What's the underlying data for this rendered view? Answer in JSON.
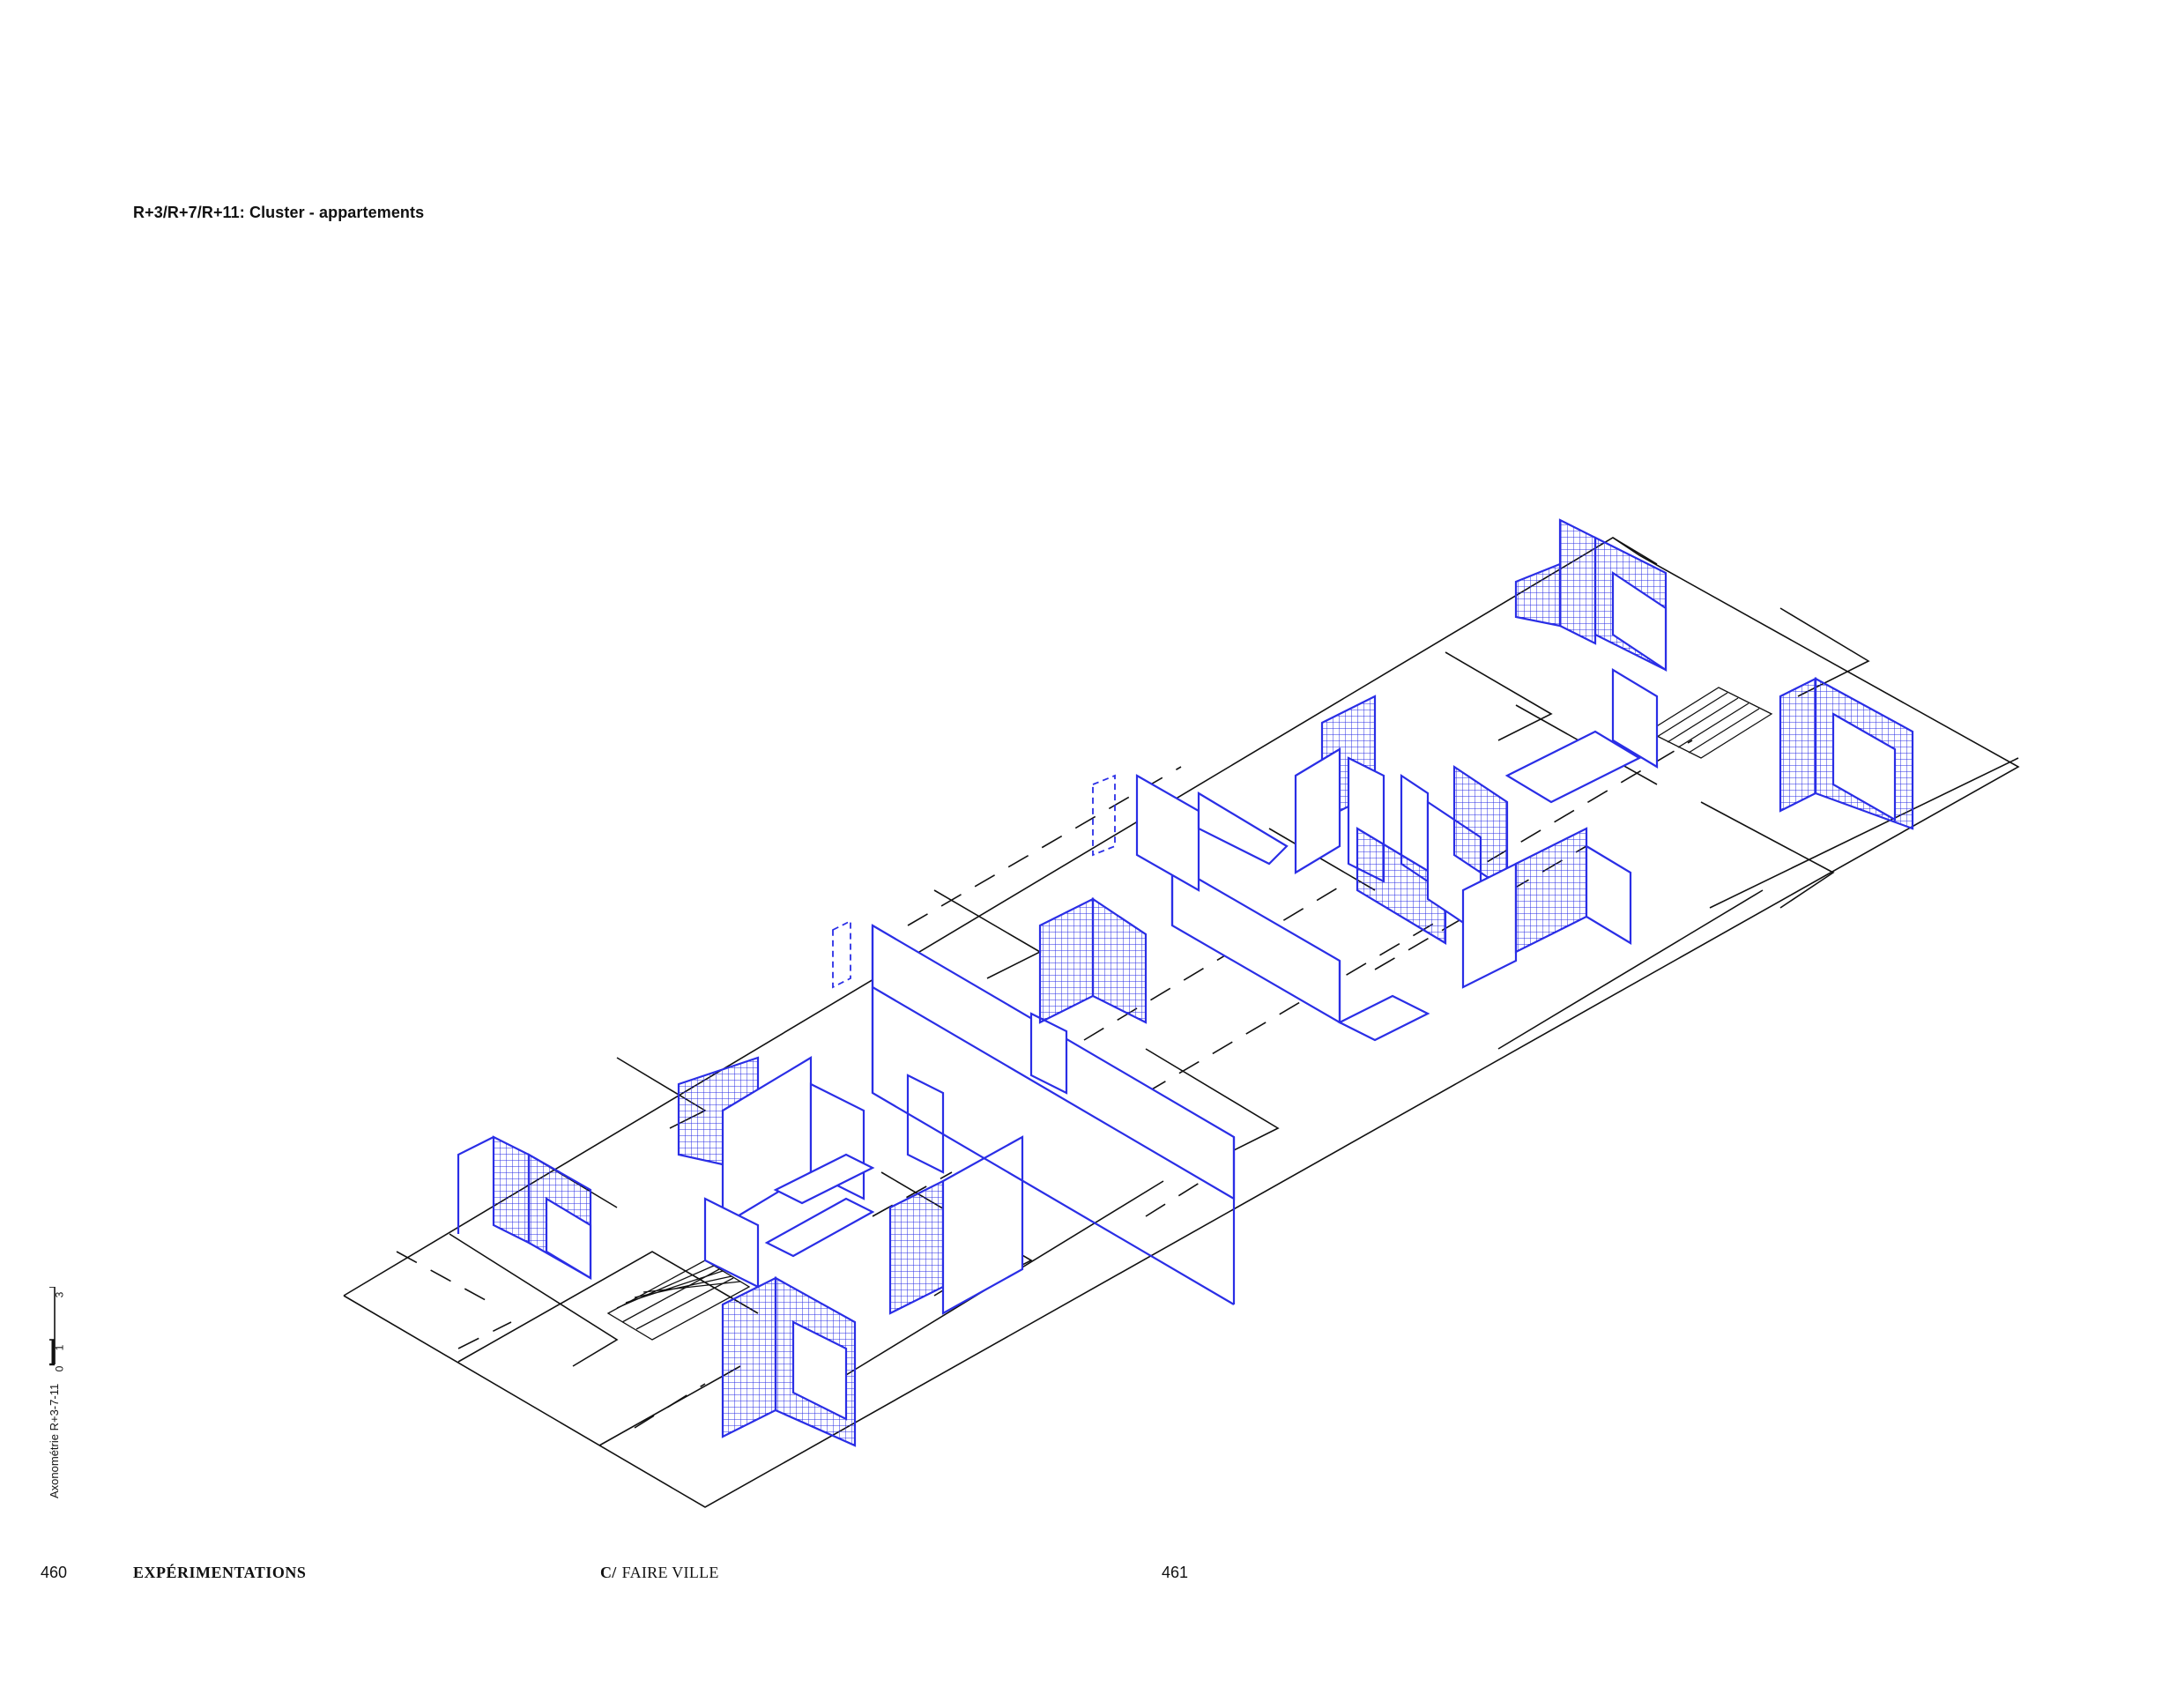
{
  "header": {
    "title": "R+3/R+7/R+11: Cluster - appartements"
  },
  "footer": {
    "left_page_number": "460",
    "section": "EXPÉRIMENTATIONS",
    "chapter_letter": "C/",
    "chapter_title": "FAIRE VILLE",
    "right_page_number": "461"
  },
  "scale_bar": {
    "caption": "Axonométrie R+3-7-11",
    "ticks": [
      "0",
      "1",
      "3"
    ]
  },
  "colors": {
    "ink": "#111111",
    "accent": "#2a2ee6"
  }
}
